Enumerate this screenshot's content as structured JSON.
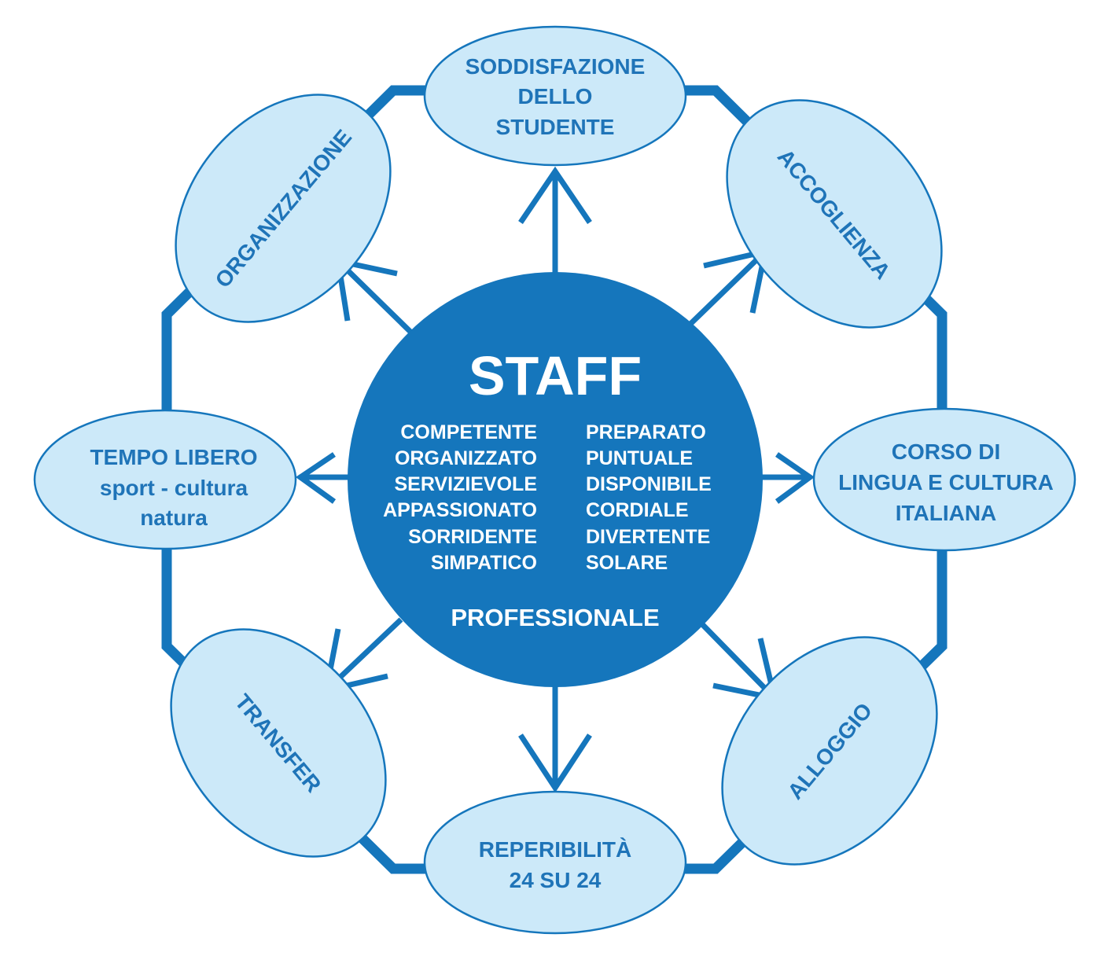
{
  "colors": {
    "primary": "#1576bc",
    "light_fill": "#cce9f9",
    "text": "#1f74b8"
  },
  "center": {
    "title": "STAFF",
    "left_qualities": [
      "COMPETENTE",
      "ORGANIZZATO",
      "SERVIZIEVOLE",
      "APPASSIONATO",
      "SORRIDENTE",
      "SIMPATICO"
    ],
    "right_qualities": [
      "PREPARATO",
      "PUNTUALE",
      "DISPONIBILE",
      "CORDIALE",
      "DIVERTENTE",
      "SOLARE"
    ],
    "footer": "PROFESSIONALE"
  },
  "nodes": {
    "top": [
      "SODDISFAZIONE",
      "DELLO",
      "STUDENTE"
    ],
    "top_right": "ACCOGLIENZA",
    "right": [
      "CORSO DI",
      "LINGUA E CULTURA",
      "ITALIANA"
    ],
    "bottom_right": "ALLOGGIO",
    "bottom": [
      "REPERIBILITÀ",
      "24 SU 24"
    ],
    "bottom_left": "TRANSFER",
    "left": [
      "TEMPO LIBERO",
      "sport - cultura",
      "natura"
    ],
    "top_left": "ORGANIZZAZIONE"
  }
}
